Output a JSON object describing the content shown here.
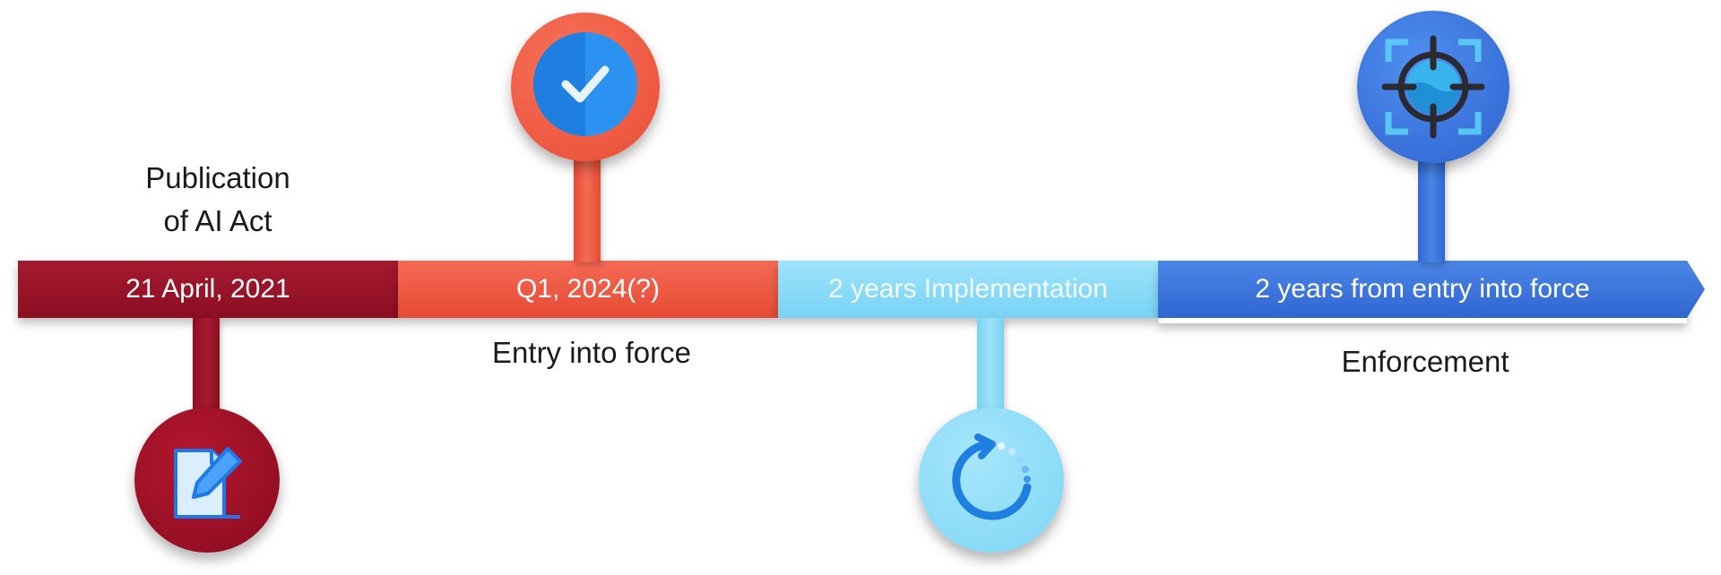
{
  "milestones": [
    {
      "date": "21 April, 2021",
      "caption": "Publication of AI Act",
      "icon": "document-edit-icon",
      "color": "#980f26"
    },
    {
      "date": "Q1, 2024(?)",
      "caption": "Entry into force",
      "icon": "checkmark-icon",
      "color": "#f0573f"
    },
    {
      "date": "2 years Implementation",
      "caption": "",
      "icon": "circular-progress-icon",
      "color": "#8fdcf8"
    },
    {
      "date": "2 years from entry into force",
      "caption": "Enforcement",
      "icon": "crosshair-target-icon",
      "color": "#3a72db"
    }
  ],
  "labels": {
    "publication_line1": "Publication",
    "publication_line2": "of AI Act"
  }
}
